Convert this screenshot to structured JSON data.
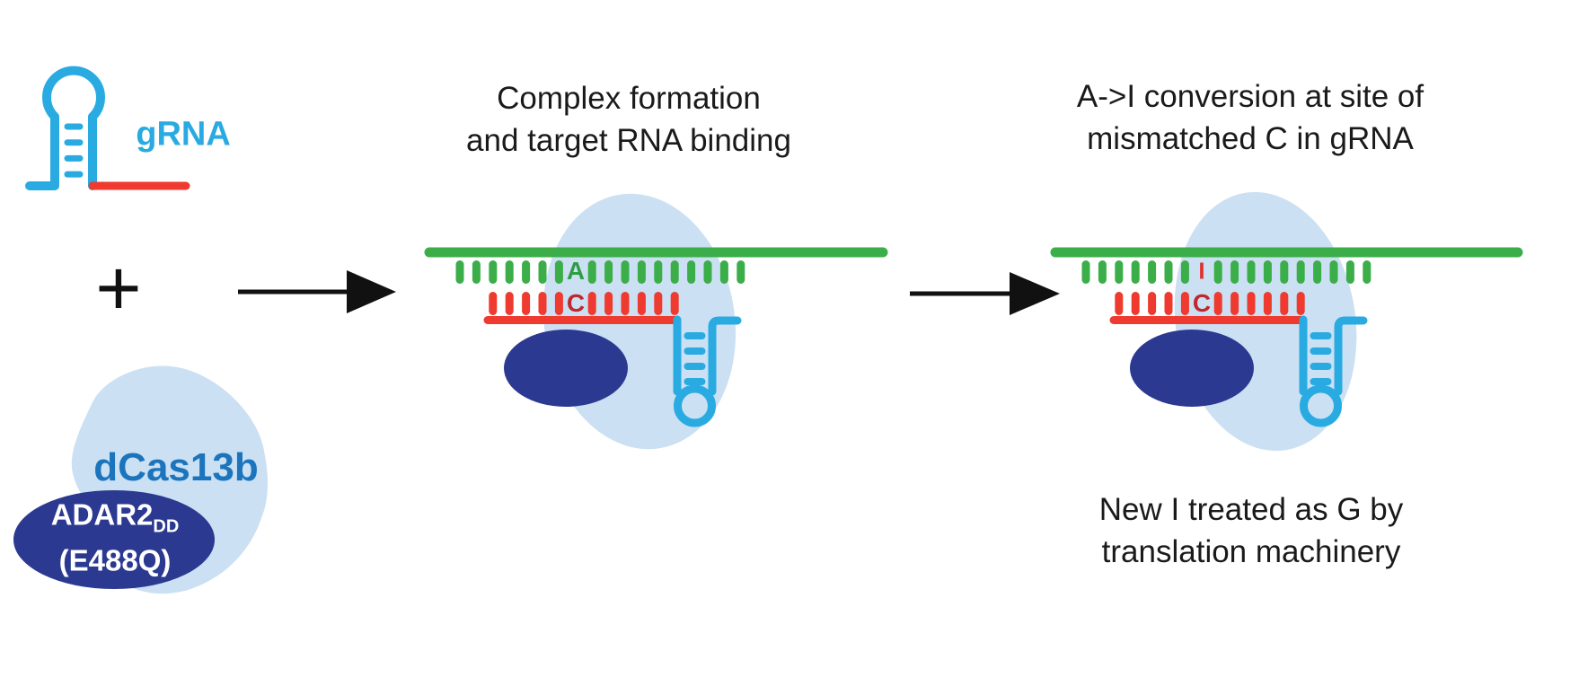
{
  "figure": {
    "left": {
      "grna_label": "gRNA",
      "plus_sign": "+",
      "dcas13b_label": "dCas13b",
      "adar2_label": "ADAR2",
      "adar2_subscript": "DD",
      "e488q_label": "(E488Q)"
    },
    "middle": {
      "title_line1": "Complex formation",
      "title_line2": "and target RNA binding",
      "base_a": "A",
      "base_c": "C"
    },
    "right": {
      "title_line1": "A->I conversion at site of",
      "title_line2": "mismatched C in gRNA",
      "base_i": "I",
      "base_c": "C",
      "caption_line1": "New I treated as G by",
      "caption_line2": "translation machinery"
    }
  },
  "colors": {
    "grna_blue": "#29ABE2",
    "target_green": "#3BAE49",
    "guide_red": "#EE3A2F",
    "letter_green": "#2E9E44",
    "letter_red": "#C1272D",
    "letter_i_red": "#DE342B",
    "protein_light": "#CBE0F3",
    "adar_navy": "#2B3990",
    "dcas_text_blue": "#1C75BC",
    "text_black": "#1A1A1A",
    "arrow_black": "#111111"
  },
  "complex": {
    "green_ticks_left": 7,
    "green_ticks_right": 10,
    "red_ticks_left": 5,
    "red_ticks_right": 6,
    "hairpin_rungs": 4
  }
}
